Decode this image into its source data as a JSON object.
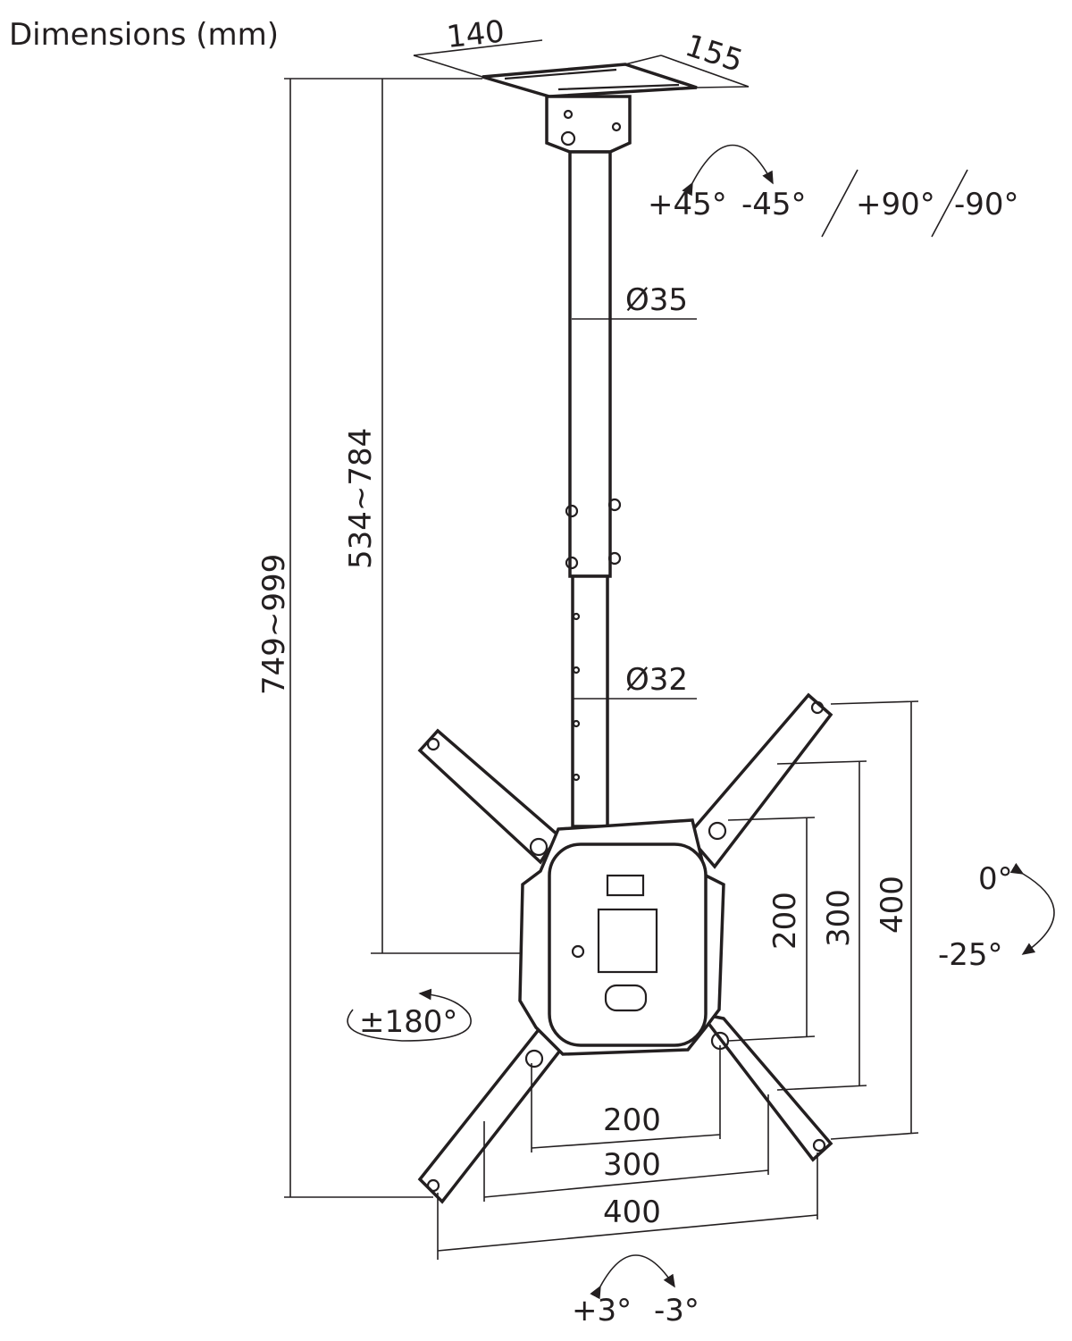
{
  "title": "Dimensions (mm)",
  "ceiling_plate": {
    "width": "140",
    "depth": "155"
  },
  "swivel": {
    "left": "+45°",
    "right": "-45°",
    "alt1": "+90°",
    "alt2": "-90°"
  },
  "pole": {
    "upper_diameter": "Ø35",
    "lower_diameter": "Ø32",
    "pole_length": "534~784",
    "total_height": "749~999"
  },
  "rotation": "±180°",
  "vesa_vertical": [
    "200",
    "300",
    "400"
  ],
  "vesa_horizontal": [
    "200",
    "300",
    "400"
  ],
  "tilt": {
    "top": "0°",
    "bottom": "-25°"
  },
  "level": {
    "left": "+3°",
    "right": "-3°"
  }
}
